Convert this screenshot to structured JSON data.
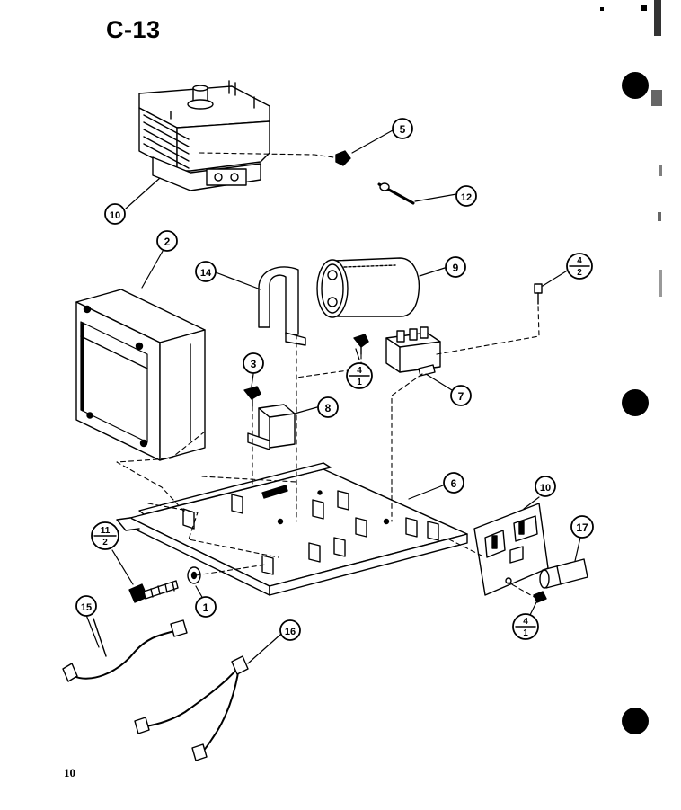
{
  "page": {
    "title": "C-13",
    "page_number": "10"
  },
  "callouts": {
    "c5": "5",
    "c10_top": "10",
    "c12": "12",
    "c2": "2",
    "c14": "14",
    "c9": "9",
    "c4_2_num": "4",
    "c4_2_den": "2",
    "c3": "3",
    "c4_1a_num": "4",
    "c4_1a_den": "1",
    "c7": "7",
    "c8": "8",
    "c6": "6",
    "c10_right": "10",
    "c17": "17",
    "c11_2_num": "11",
    "c11_2_den": "2",
    "c1": "1",
    "c4_1b_num": "4",
    "c4_1b_den": "1",
    "c15": "15",
    "c16": "16"
  },
  "colors": {
    "ink": "#000000",
    "paper": "#ffffff"
  }
}
